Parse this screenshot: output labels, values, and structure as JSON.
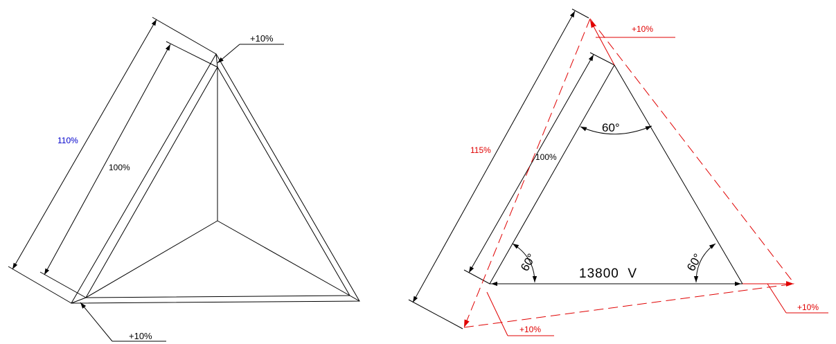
{
  "colors": {
    "line": "#000000",
    "red": "#e00000",
    "blue": "#0000cc"
  },
  "left_figure": {
    "outer_dimension_label": "110%",
    "inner_dimension_label": "100%",
    "top_callout": "+10%",
    "bottom_callout": "+10%"
  },
  "right_figure": {
    "outer_dimension_label": "115%",
    "inner_dimension_label": "100%",
    "top_callout": "+10%",
    "right_callout": "+10%",
    "bottom_callout": "+10%",
    "top_angle": "60°",
    "left_angle": "60°",
    "right_angle": "60°",
    "base_voltage": "13800  V"
  }
}
